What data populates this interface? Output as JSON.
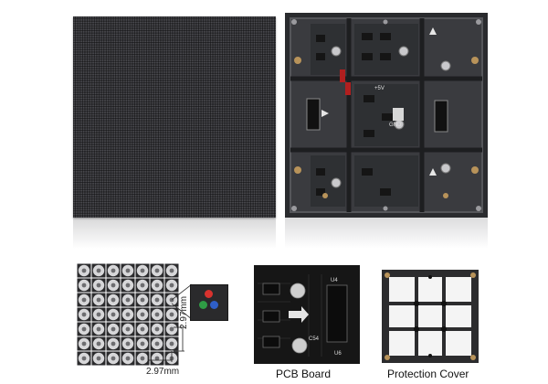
{
  "back_panel": {
    "gnd_label": "GND",
    "plus5v_label": "+5V"
  },
  "pixel_detail": {
    "horizontal_pitch": "2.97mm",
    "vertical_pitch": "2.97mm",
    "rgb_colors": {
      "red": "#d8322e",
      "green": "#2f9d45",
      "blue": "#2f5fc8"
    }
  },
  "pcb": {
    "caption": "PCB Board",
    "labels": [
      "U4",
      "C54",
      "U6"
    ]
  },
  "cover": {
    "caption": "Protection Cover"
  }
}
